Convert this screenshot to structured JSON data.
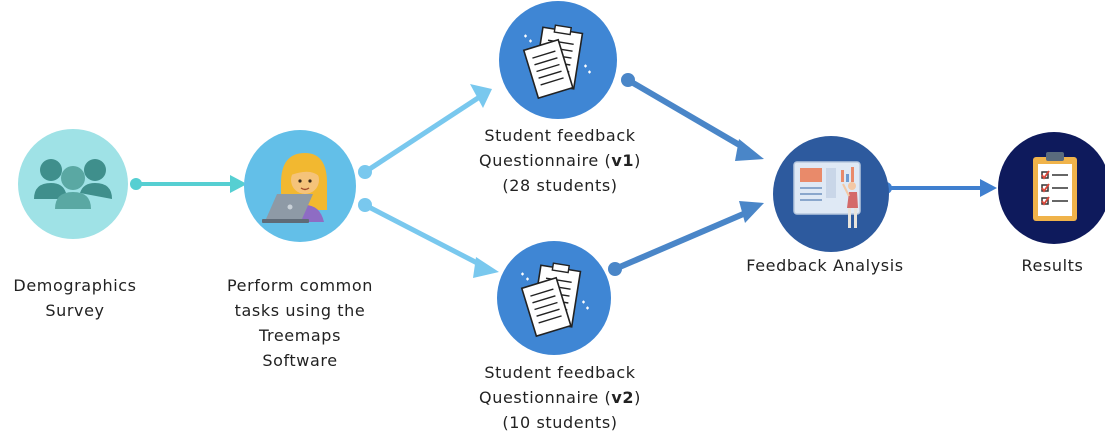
{
  "colors": {
    "demographics_fill": "#9fe2e6",
    "tasks_fill": "#63bfe8",
    "questionnaire_fill": "#3f86d4",
    "analysis_fill": "#2d5a9e",
    "results_fill": "#0e1a5c",
    "arrow_teal": "#56cfd2",
    "arrow_light_blue": "#79c8ee",
    "arrow_blue": "#4a86c8",
    "arrow_dark_blue": "#3f7fcf"
  },
  "nodes": {
    "demographics": {
      "line1": "Demographics",
      "line2": "Survey",
      "icon": "people-group-icon"
    },
    "tasks": {
      "line1": "Perform common",
      "line2": "tasks using the",
      "line3": "Treemaps",
      "line4": "Software",
      "icon": "woman-laptop-icon"
    },
    "questionnaire_v1": {
      "line1": "Student feedback",
      "line2_prefix": "Questionnaire (",
      "line2_version": "v1",
      "line2_suffix": ")",
      "line3": "(28 students)",
      "icon": "documents-icon"
    },
    "questionnaire_v2": {
      "line1": "Student feedback",
      "line2_prefix": "Questionnaire (",
      "line2_version": "v2",
      "line2_suffix": ")",
      "line3": "(10 students)",
      "icon": "documents-icon"
    },
    "analysis": {
      "label": "Feedback Analysis",
      "icon": "analyst-dashboard-icon"
    },
    "results": {
      "label": "Results",
      "icon": "clipboard-checklist-icon"
    }
  }
}
